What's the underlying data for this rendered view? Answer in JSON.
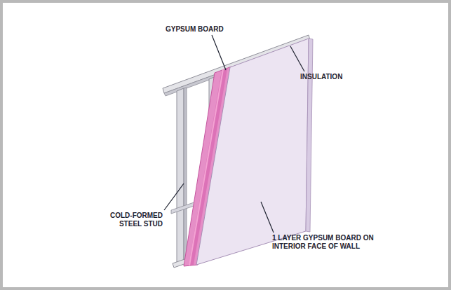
{
  "diagram": {
    "labels": [
      "GYPSUM BOARD",
      "INSULATION",
      "COLD-FORMED STEEL STUD",
      "1 LAYER GYPSUM BOARD ON INTERIOR FACE OF WALL"
    ]
  }
}
